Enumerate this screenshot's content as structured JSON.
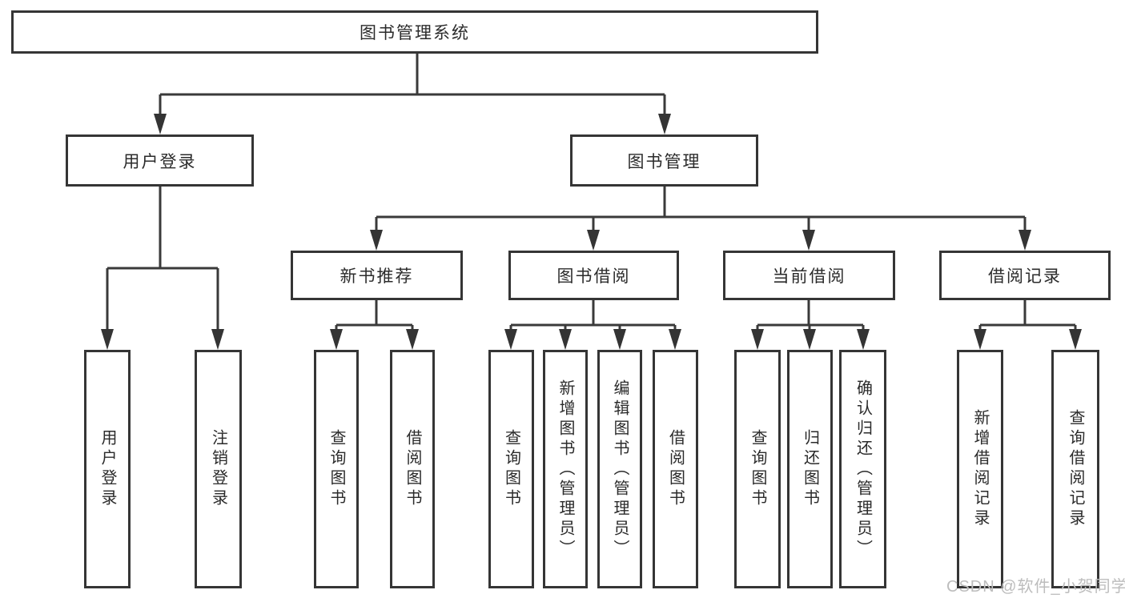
{
  "diagram": {
    "type": "hierarchy-tree",
    "nodes": {
      "root": {
        "label": "图书管理系统"
      },
      "user_login": {
        "label": "用户登录"
      },
      "book_mgmt": {
        "label": "图书管理"
      },
      "new_book_rec": {
        "label": "新书推荐"
      },
      "book_borrow": {
        "label": "图书借阅"
      },
      "current_borrow": {
        "label": "当前借阅"
      },
      "borrow_records": {
        "label": "借阅记录"
      },
      "leaf_user_login": {
        "label": "用户登录"
      },
      "leaf_logout": {
        "label": "注销登录"
      },
      "leaf_query_book_1": {
        "label": "查询图书"
      },
      "leaf_borrow_book_1": {
        "label": "借阅图书"
      },
      "leaf_query_book_2": {
        "label": "查询图书"
      },
      "leaf_add_book": {
        "label": "新增图书（管理员）"
      },
      "leaf_edit_book": {
        "label": "编辑图书（管理员）"
      },
      "leaf_borrow_book_2": {
        "label": "借阅图书"
      },
      "leaf_query_book_3": {
        "label": "查询图书"
      },
      "leaf_return_book": {
        "label": "归还图书"
      },
      "leaf_confirm_return": {
        "label": "确认归还（管理员）"
      },
      "leaf_add_borrow_record": {
        "label": "新增借阅记录"
      },
      "leaf_query_borrow_record": {
        "label": "查询借阅记录"
      }
    },
    "edges": [
      [
        "root",
        "user_login"
      ],
      [
        "root",
        "book_mgmt"
      ],
      [
        "user_login",
        "leaf_user_login"
      ],
      [
        "user_login",
        "leaf_logout"
      ],
      [
        "book_mgmt",
        "new_book_rec"
      ],
      [
        "book_mgmt",
        "book_borrow"
      ],
      [
        "book_mgmt",
        "current_borrow"
      ],
      [
        "book_mgmt",
        "borrow_records"
      ],
      [
        "new_book_rec",
        "leaf_query_book_1"
      ],
      [
        "new_book_rec",
        "leaf_borrow_book_1"
      ],
      [
        "book_borrow",
        "leaf_query_book_2"
      ],
      [
        "book_borrow",
        "leaf_add_book"
      ],
      [
        "book_borrow",
        "leaf_edit_book"
      ],
      [
        "book_borrow",
        "leaf_borrow_book_2"
      ],
      [
        "current_borrow",
        "leaf_query_book_3"
      ],
      [
        "current_borrow",
        "leaf_return_book"
      ],
      [
        "current_borrow",
        "leaf_confirm_return"
      ],
      [
        "borrow_records",
        "leaf_add_borrow_record"
      ],
      [
        "borrow_records",
        "leaf_query_borrow_record"
      ]
    ],
    "colors": {
      "line": "#3a3a3a",
      "box_border": "#353535",
      "text": "#2b2b2b",
      "background": "#ffffff",
      "watermark": "#bdbdbd"
    }
  },
  "watermark": {
    "text": "CSDN @软件_小贺同学"
  }
}
